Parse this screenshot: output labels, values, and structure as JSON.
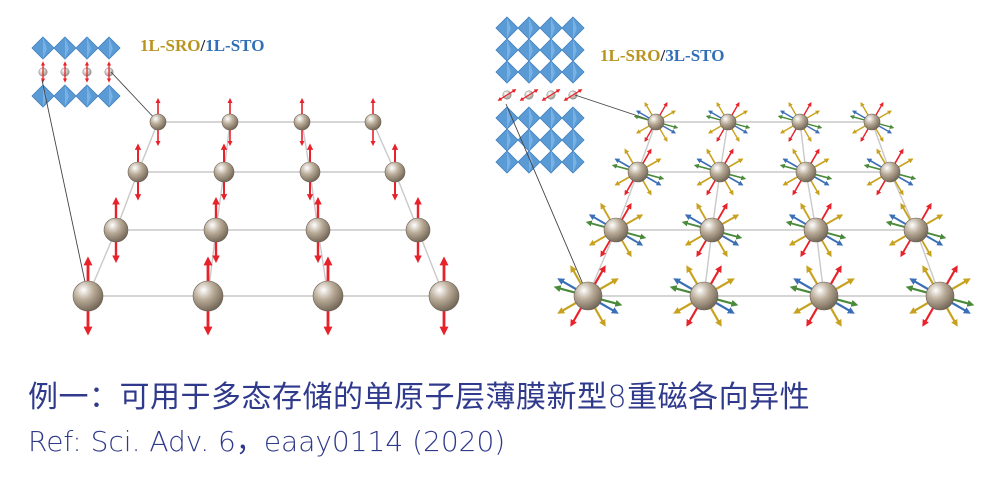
{
  "left_panel": {
    "title_sro": "1L-SRO",
    "title_slash": "/",
    "title_sto": "1L-STO"
  },
  "right_panel": {
    "title_sro": "1L-SRO",
    "title_slash": "/",
    "title_sto": "3L-STO"
  },
  "caption": {
    "line1": "例一：可用于多态存储的单原子层薄膜新型8重磁各向异性",
    "line2": "Ref: Sci. Adv. 6，eaay0114 (2020)"
  },
  "colors": {
    "octahedron": "#5b9bd5",
    "atom": "#b9ab97",
    "arrow_red": "#e8222a",
    "arrow_blue": "#3a6fb7",
    "arrow_green": "#4a8a3a",
    "arrow_gold": "#c8a21e",
    "caption": "#303a8c",
    "sro_label": "#b8941f",
    "sto_label": "#2f6fb5"
  }
}
